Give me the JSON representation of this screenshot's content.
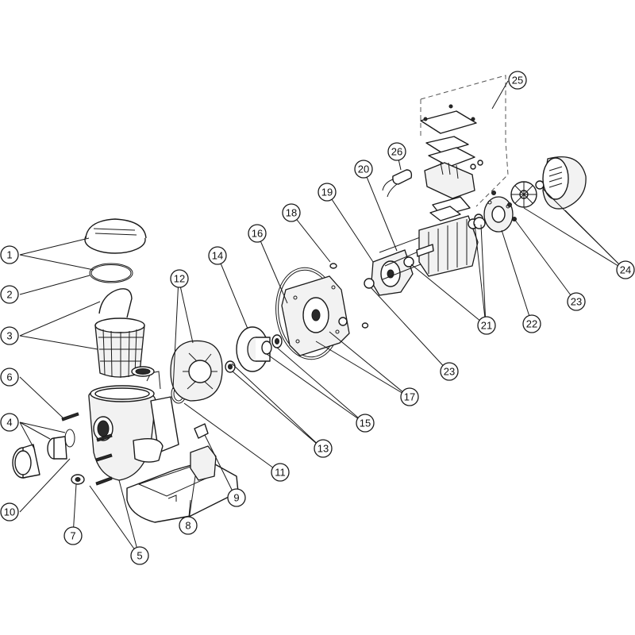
{
  "callouts": [
    "1",
    "2",
    "3",
    "4",
    "5",
    "6",
    "7",
    "8",
    "9",
    "10",
    "11",
    "12",
    "13",
    "14",
    "15",
    "16",
    "17",
    "18",
    "19",
    "20",
    "21",
    "22",
    "23",
    "24",
    "25",
    "26"
  ],
  "callout_23_second": "23",
  "colors": {
    "line": "#1a1a1a",
    "background": "#ffffff"
  }
}
